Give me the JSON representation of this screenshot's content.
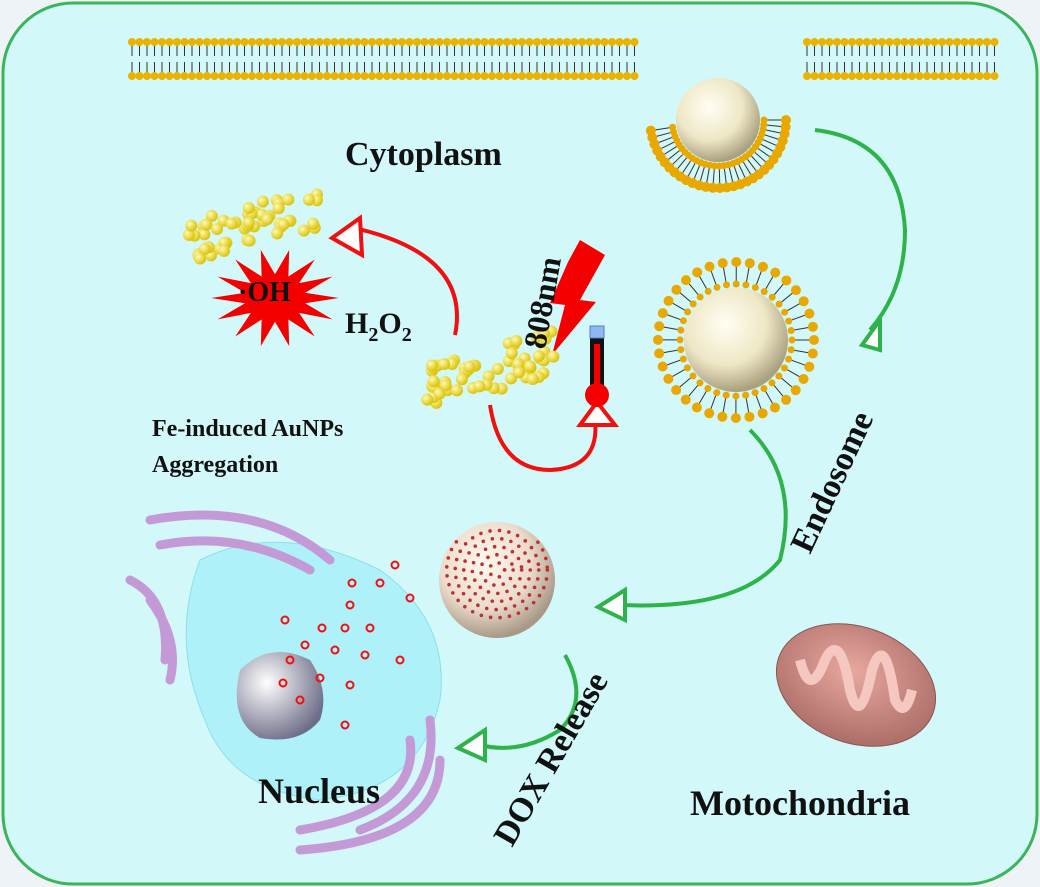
{
  "labels": {
    "cytoplasm": "Cytoplasm",
    "oh": "·OH",
    "h2o2_h": "H",
    "h2o2_2a": "2",
    "h2o2_o": "O",
    "h2o2_2b": "2",
    "laser": "808nm",
    "aggregation_line1": "Fe-induced AuNPs",
    "aggregation_line2": "Aggregation",
    "endosome": "Endosome",
    "dox_release": "DOX Release",
    "nucleus": "Nucleus",
    "mitochondria": "Motochondria"
  },
  "colors": {
    "background": "#d2f8fa",
    "border": "#3cb45a",
    "arrow_green": "#2db34a",
    "arrow_red": "#f01010",
    "gold": "#e8c21a",
    "golgi": "#c49ad6"
  }
}
